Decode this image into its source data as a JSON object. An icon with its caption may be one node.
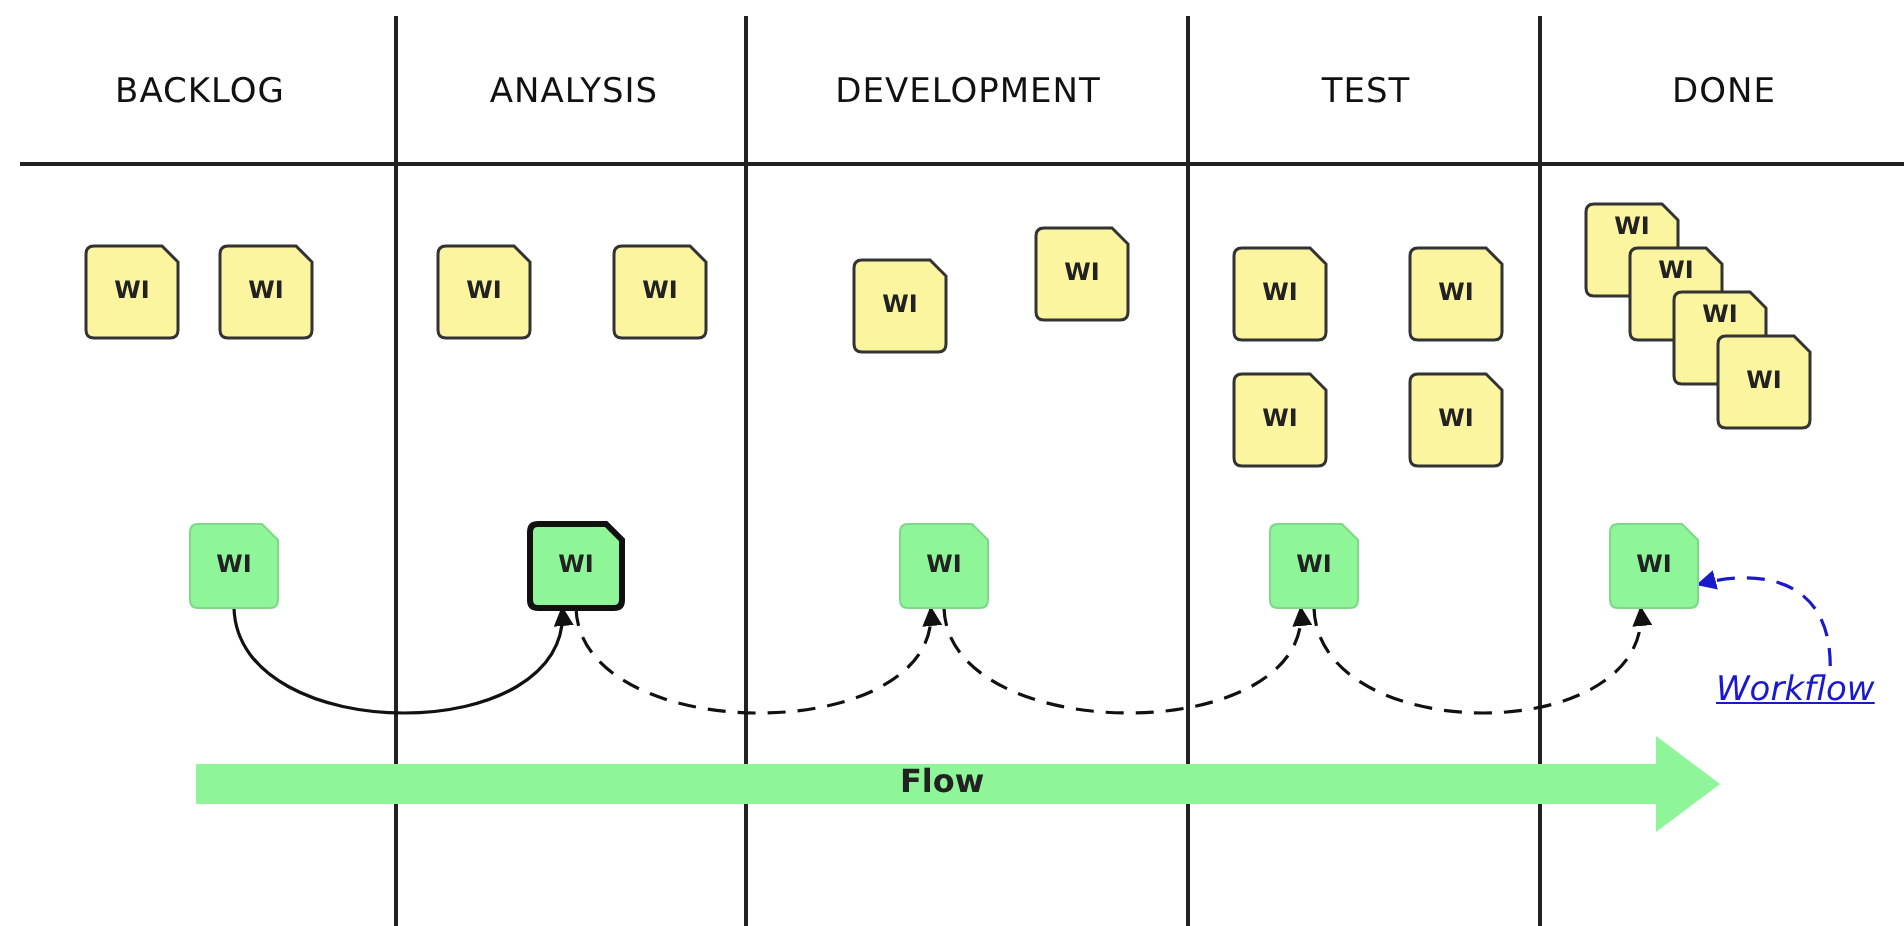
{
  "diagram": {
    "nodes": [
      {
        "text": [
          "WI"
        ]
      },
      {
        "text": [
          "WI"
        ]
      },
      {
        "text": [
          "WI"
        ]
      },
      {
        "text": [
          "WI"
        ]
      },
      {
        "text": [
          "WI"
        ]
      },
      {
        "text": [
          "WI"
        ]
      },
      {
        "text": [
          "WI"
        ]
      },
      {
        "text": [
          "WI"
        ]
      },
      {
        "text": [
          "WI"
        ]
      },
      {
        "text": [
          "WI"
        ]
      },
      {
        "text": [
          "WI"
        ]
      },
      {
        "text": [
          "WI"
        ]
      },
      {
        "text": [
          "WI"
        ]
      },
      {
        "text": [
          "WI"
        ]
      },
      {
        "text": [
          "WI"
        ]
      },
      {
        "text": [
          "WI"
        ]
      },
      {
        "text": [
          "WI"
        ]
      },
      {
        "text": [
          "WI"
        ]
      },
      {
        "text": [
          "WI"
        ]
      },
      {
        "text": [
          "Workflow"
        ]
      },
      {
        "text": [
          "Flow"
        ]
      }
    ],
    "edges": [
      {
        "from": 14,
        "to": 15,
        "arrow": "to"
      },
      {
        "from": 15,
        "to": 16,
        "arrow": "to",
        "style": "dashed"
      },
      {
        "from": 16,
        "to": 17,
        "arrow": "to",
        "style": "dashed"
      },
      {
        "from": 17,
        "to": 18,
        "arrow": "to",
        "style": "dashed"
      },
      {
        "from": 19,
        "to": 18,
        "arrow": "to",
        "style": "dashed",
        "color": "#1a1acc"
      }
    ],
    "labels": [
      "BACKLOG",
      "ANALYSIS",
      "DEVELOPMENT",
      "TEST",
      "DONE"
    ]
  }
}
